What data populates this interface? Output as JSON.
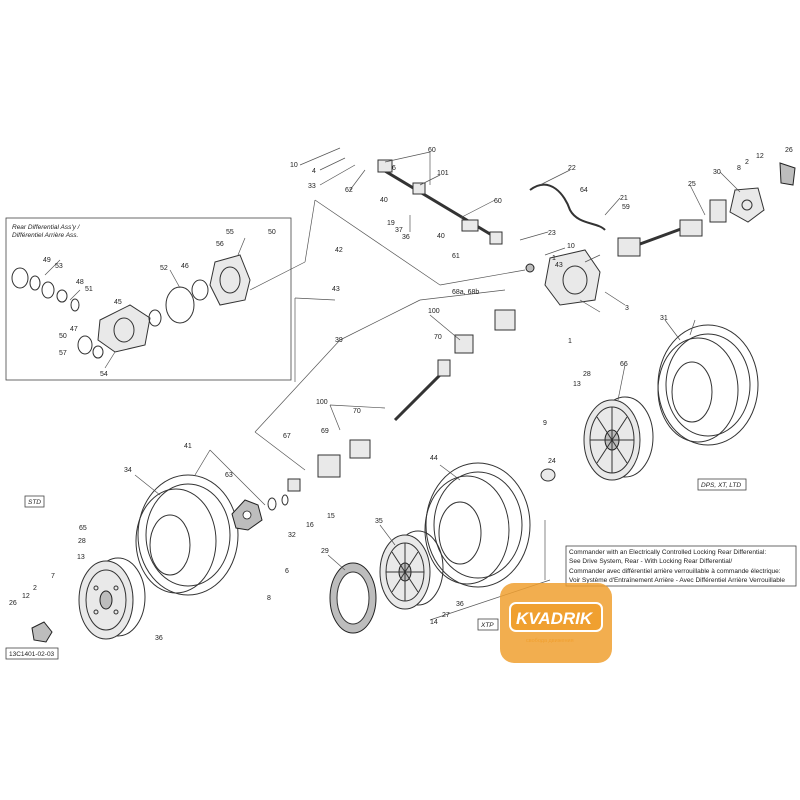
{
  "document_code": "13C1401-02-03",
  "inset_title": [
    "Rear Differential Ass'y /",
    "Différentiel Arrière Ass."
  ],
  "note_lines": [
    "Commander with an Electrically Controlled Locking Rear Differential:",
    "See Drive System, Rear - With Locking Rear Differential/",
    "Commander avec différentiel arrière verrouillable à commande électrique:",
    "Voir Système d'Entraînement Arrière - Avec Différentiel Arrière Verrouillable"
  ],
  "tags": {
    "std": "STD",
    "variants": "DPS, XT, LTD",
    "xtp": "XTP"
  },
  "watermark": {
    "brand": "KVADRIK",
    "sub": "свобода движения"
  },
  "callouts": {
    "c10a": "10",
    "c4a": "4",
    "c33": "33",
    "c62": "62",
    "c60a": "60",
    "c6": "6",
    "c101": "101",
    "c40a": "40",
    "c60b": "60",
    "c19": "19",
    "c37": "37",
    "c36a": "36",
    "c40b": "40",
    "c42": "42",
    "c22": "22",
    "c64": "64",
    "c21": "21",
    "c59": "59",
    "c23": "23",
    "c10b": "10",
    "c1a": "1",
    "c61": "61",
    "c43a": "43",
    "c43b": "43",
    "c3": "3",
    "c1b": "1",
    "c25": "25",
    "c30": "30",
    "c8a": "8",
    "c2a": "2",
    "c12a": "12",
    "c26a": "26",
    "c31": "31",
    "c66": "66",
    "c13a": "13",
    "c28a": "28",
    "c9": "9",
    "c24": "24",
    "c68": "68a, 68b",
    "c100a": "100",
    "c70a": "70",
    "c39": "39",
    "c100b": "100",
    "c70b": "70",
    "c67": "67",
    "c69": "69",
    "c41": "41",
    "c63": "63",
    "c15": "15",
    "c16": "16",
    "c32": "32",
    "c34": "34",
    "c44": "44",
    "c35": "35",
    "c29": "29",
    "c28b": "28",
    "c13b": "13",
    "c65": "65",
    "c7": "7",
    "c2b": "2",
    "c12b": "12",
    "c26b": "26",
    "c36b": "36",
    "c6b": "6",
    "c8b": "8",
    "c36c": "36",
    "c27": "27",
    "c14": "14",
    "c55": "55",
    "c50a": "50",
    "c56": "56",
    "c49": "49",
    "c53": "53",
    "c48": "48",
    "c51": "51",
    "c45": "45",
    "c52": "52",
    "c46": "46",
    "c47": "47",
    "c50b": "50",
    "c57": "57",
    "c54": "54"
  }
}
